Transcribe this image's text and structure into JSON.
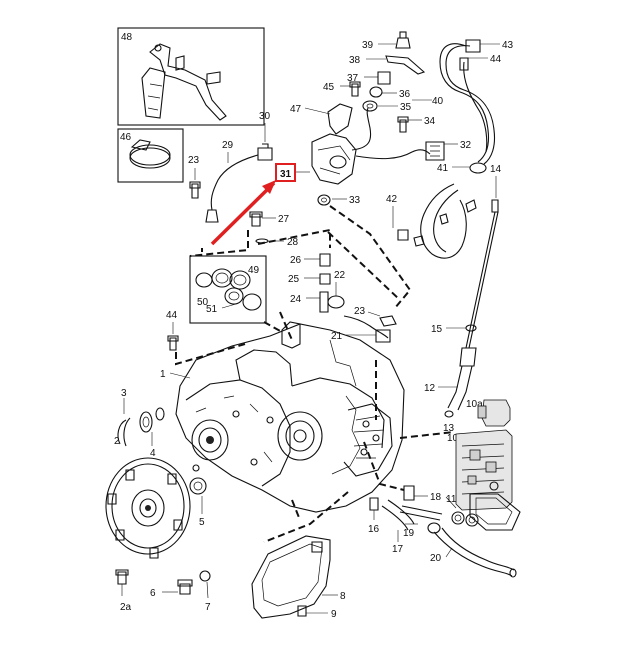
{
  "labels": {
    "l48": "48",
    "l46": "46",
    "l23a": "23",
    "l29": "29",
    "l30": "30",
    "l31": "31",
    "l39": "39",
    "l38": "38",
    "l37": "37",
    "l45": "45",
    "l36": "36",
    "l35": "35",
    "l47": "47",
    "l34": "34",
    "l32": "32",
    "l33": "33",
    "l43": "43",
    "l44": "44",
    "l40": "40",
    "l41": "41",
    "l14": "14",
    "l42": "42",
    "l27": "27",
    "l28": "28",
    "l49": "49",
    "l50": "50",
    "l51": "51",
    "l26": "26",
    "l25": "25",
    "l22": "22",
    "l24": "24",
    "l23b": "23",
    "l21": "21",
    "l44b": "44",
    "l15": "15",
    "l1": "1",
    "l12": "12",
    "l3": "3",
    "l2": "2",
    "l4": "4",
    "l13": "13",
    "l10a": "10a",
    "l10": "10",
    "l5": "5",
    "l18": "18",
    "l11": "11",
    "l16": "16",
    "l17": "17",
    "l19": "19",
    "l20": "20",
    "l6": "6",
    "l7": "7",
    "l8": "8",
    "l9": "9",
    "l2a": "2a"
  },
  "highlight": {
    "part_number": "31",
    "color": "#e02020"
  }
}
